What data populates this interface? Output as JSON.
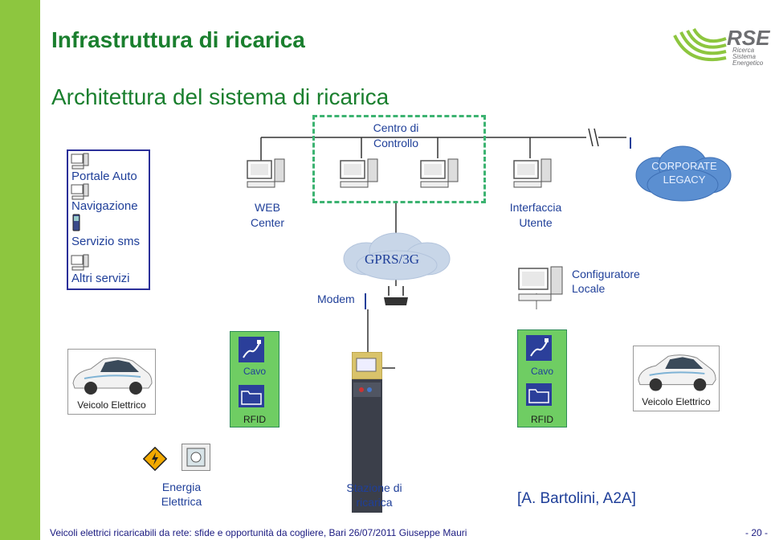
{
  "header": {
    "title": "Infrastruttura di ricarica",
    "subtitle": "Architettura del sistema di ricarica"
  },
  "logo": {
    "text": "RSE",
    "sub_lines": [
      "Ricerca",
      "Sistema",
      "Energetico"
    ]
  },
  "left_box": {
    "items": [
      "Portale Auto",
      "Navigazione",
      "Servizio sms",
      "Altri servizi"
    ]
  },
  "nodes": {
    "centro_controllo": "Centro di Controllo",
    "web_center": "WEB Center",
    "interfaccia_utente": "Interfaccia Utente",
    "corporate_legacy": "CORPORATE LEGACY",
    "gprs": "GPRS/3G",
    "modem": "Modem",
    "configuratore_locale": "Configuratore Locale"
  },
  "row": {
    "veicolo_left": "Veicolo Elettrico",
    "veicolo_right": "Veicolo Elettrico",
    "cavo_left": "Cavo",
    "cavo_right": "Cavo",
    "rfid_left": "RFID",
    "rfid_right": "RFID"
  },
  "legend": {
    "energia": "Energia Elettrica",
    "stazione": "Stazione di ricarica",
    "citation": "[A. Bartolini, A2A]"
  },
  "footer": {
    "text": "Veicoli elettrici ricaricabili da rete: sfide e opportunità da cogliere, Bari 26/07/2011   Giuseppe Mauri",
    "page": "- 20 -"
  },
  "colors": {
    "accent_green": "#1a7f2e",
    "bar_green": "#8dc63f",
    "label_blue": "#1f3f99",
    "cloud_blue": "#5b8fd1",
    "panel_green": "#6fcd63"
  }
}
